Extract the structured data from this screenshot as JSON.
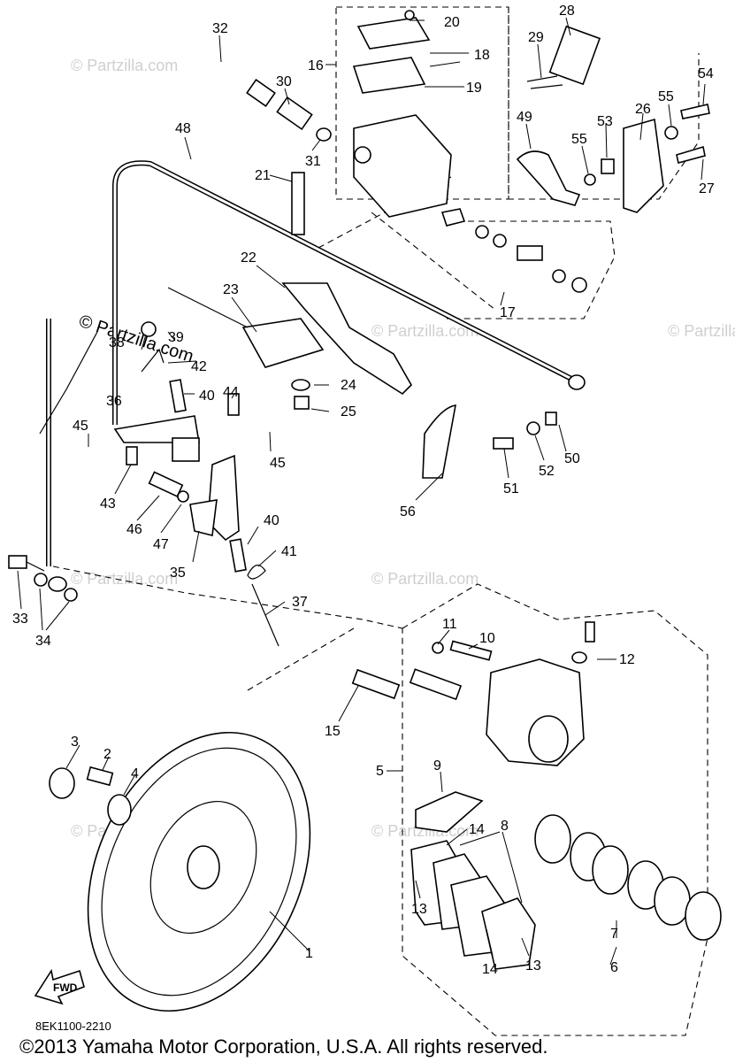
{
  "watermarks": [
    "© Partzilla.com",
    "© Partzilla.com",
    "© Partzilla.com",
    "© Partzilla.com",
    "© Partzilla.com",
    "© Partzilla.com",
    "© Partzilla.com"
  ],
  "main_watermark": "© Partzilla.com",
  "parts": {
    "p1": "1",
    "p2": "2",
    "p3": "3",
    "p4": "4",
    "p5": "5",
    "p6": "6",
    "p7": "7",
    "p8": "8",
    "p9": "9",
    "p10": "10",
    "p11": "11",
    "p12": "12",
    "p13a": "13",
    "p13b": "13",
    "p14a": "14",
    "p14b": "14",
    "p15": "15",
    "p16": "16",
    "p17": "17",
    "p18": "18",
    "p19": "19",
    "p20": "20",
    "p21": "21",
    "p22": "22",
    "p23": "23",
    "p24": "24",
    "p25": "25",
    "p26": "26",
    "p27": "27",
    "p28": "28",
    "p29": "29",
    "p30": "30",
    "p31": "31",
    "p32": "32",
    "p33": "33",
    "p34": "34",
    "p35": "35",
    "p36": "36",
    "p37": "37",
    "p38": "38",
    "p39": "39",
    "p40a": "40",
    "p40b": "40",
    "p41": "41",
    "p42": "42",
    "p43": "43",
    "p44": "44",
    "p45a": "45",
    "p45b": "45",
    "p46": "46",
    "p47": "47",
    "p48": "48",
    "p49": "49",
    "p50": "50",
    "p51": "51",
    "p52": "52",
    "p53": "53",
    "p54": "54",
    "p55a": "55",
    "p55b": "55",
    "p56": "56"
  },
  "fwd_label": "FWD",
  "diagram_code": "8EK1100-2210",
  "copyright": "©2013  Yamaha Motor Corporation, U.S.A. All rights reserved."
}
